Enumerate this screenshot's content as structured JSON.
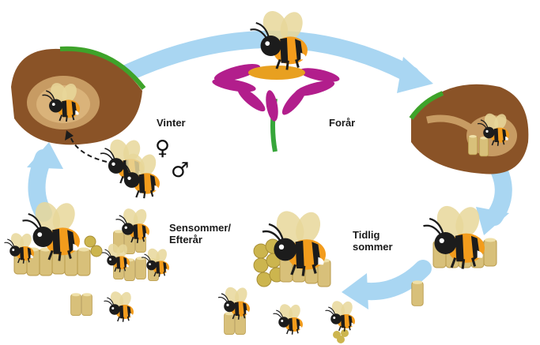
{
  "stages": {
    "winter": {
      "label": "Vinter"
    },
    "spring": {
      "label": "Forår"
    },
    "early_summer": {
      "line1": "Tidlig",
      "line2": "sommer"
    },
    "late_summer": {
      "line1": "Sensommer/",
      "line2": "Efterår"
    }
  },
  "symbols": {
    "female": "♀",
    "male": "♂"
  },
  "colors": {
    "cycle_arrow": "#a9d6f2",
    "soil": "#8a5327",
    "chamber": "#c79b63",
    "grass": "#3ea32a",
    "petal": "#b21e8c",
    "flower_center": "#e8a020",
    "stem": "#37a63a",
    "bee_orange": "#f39c1c",
    "bee_black": "#1c1c1c",
    "wing": "#e7d79a",
    "cell": "#d8c07a",
    "cell_dark": "#b89a4a",
    "egg_cluster": "#ccb54e"
  }
}
